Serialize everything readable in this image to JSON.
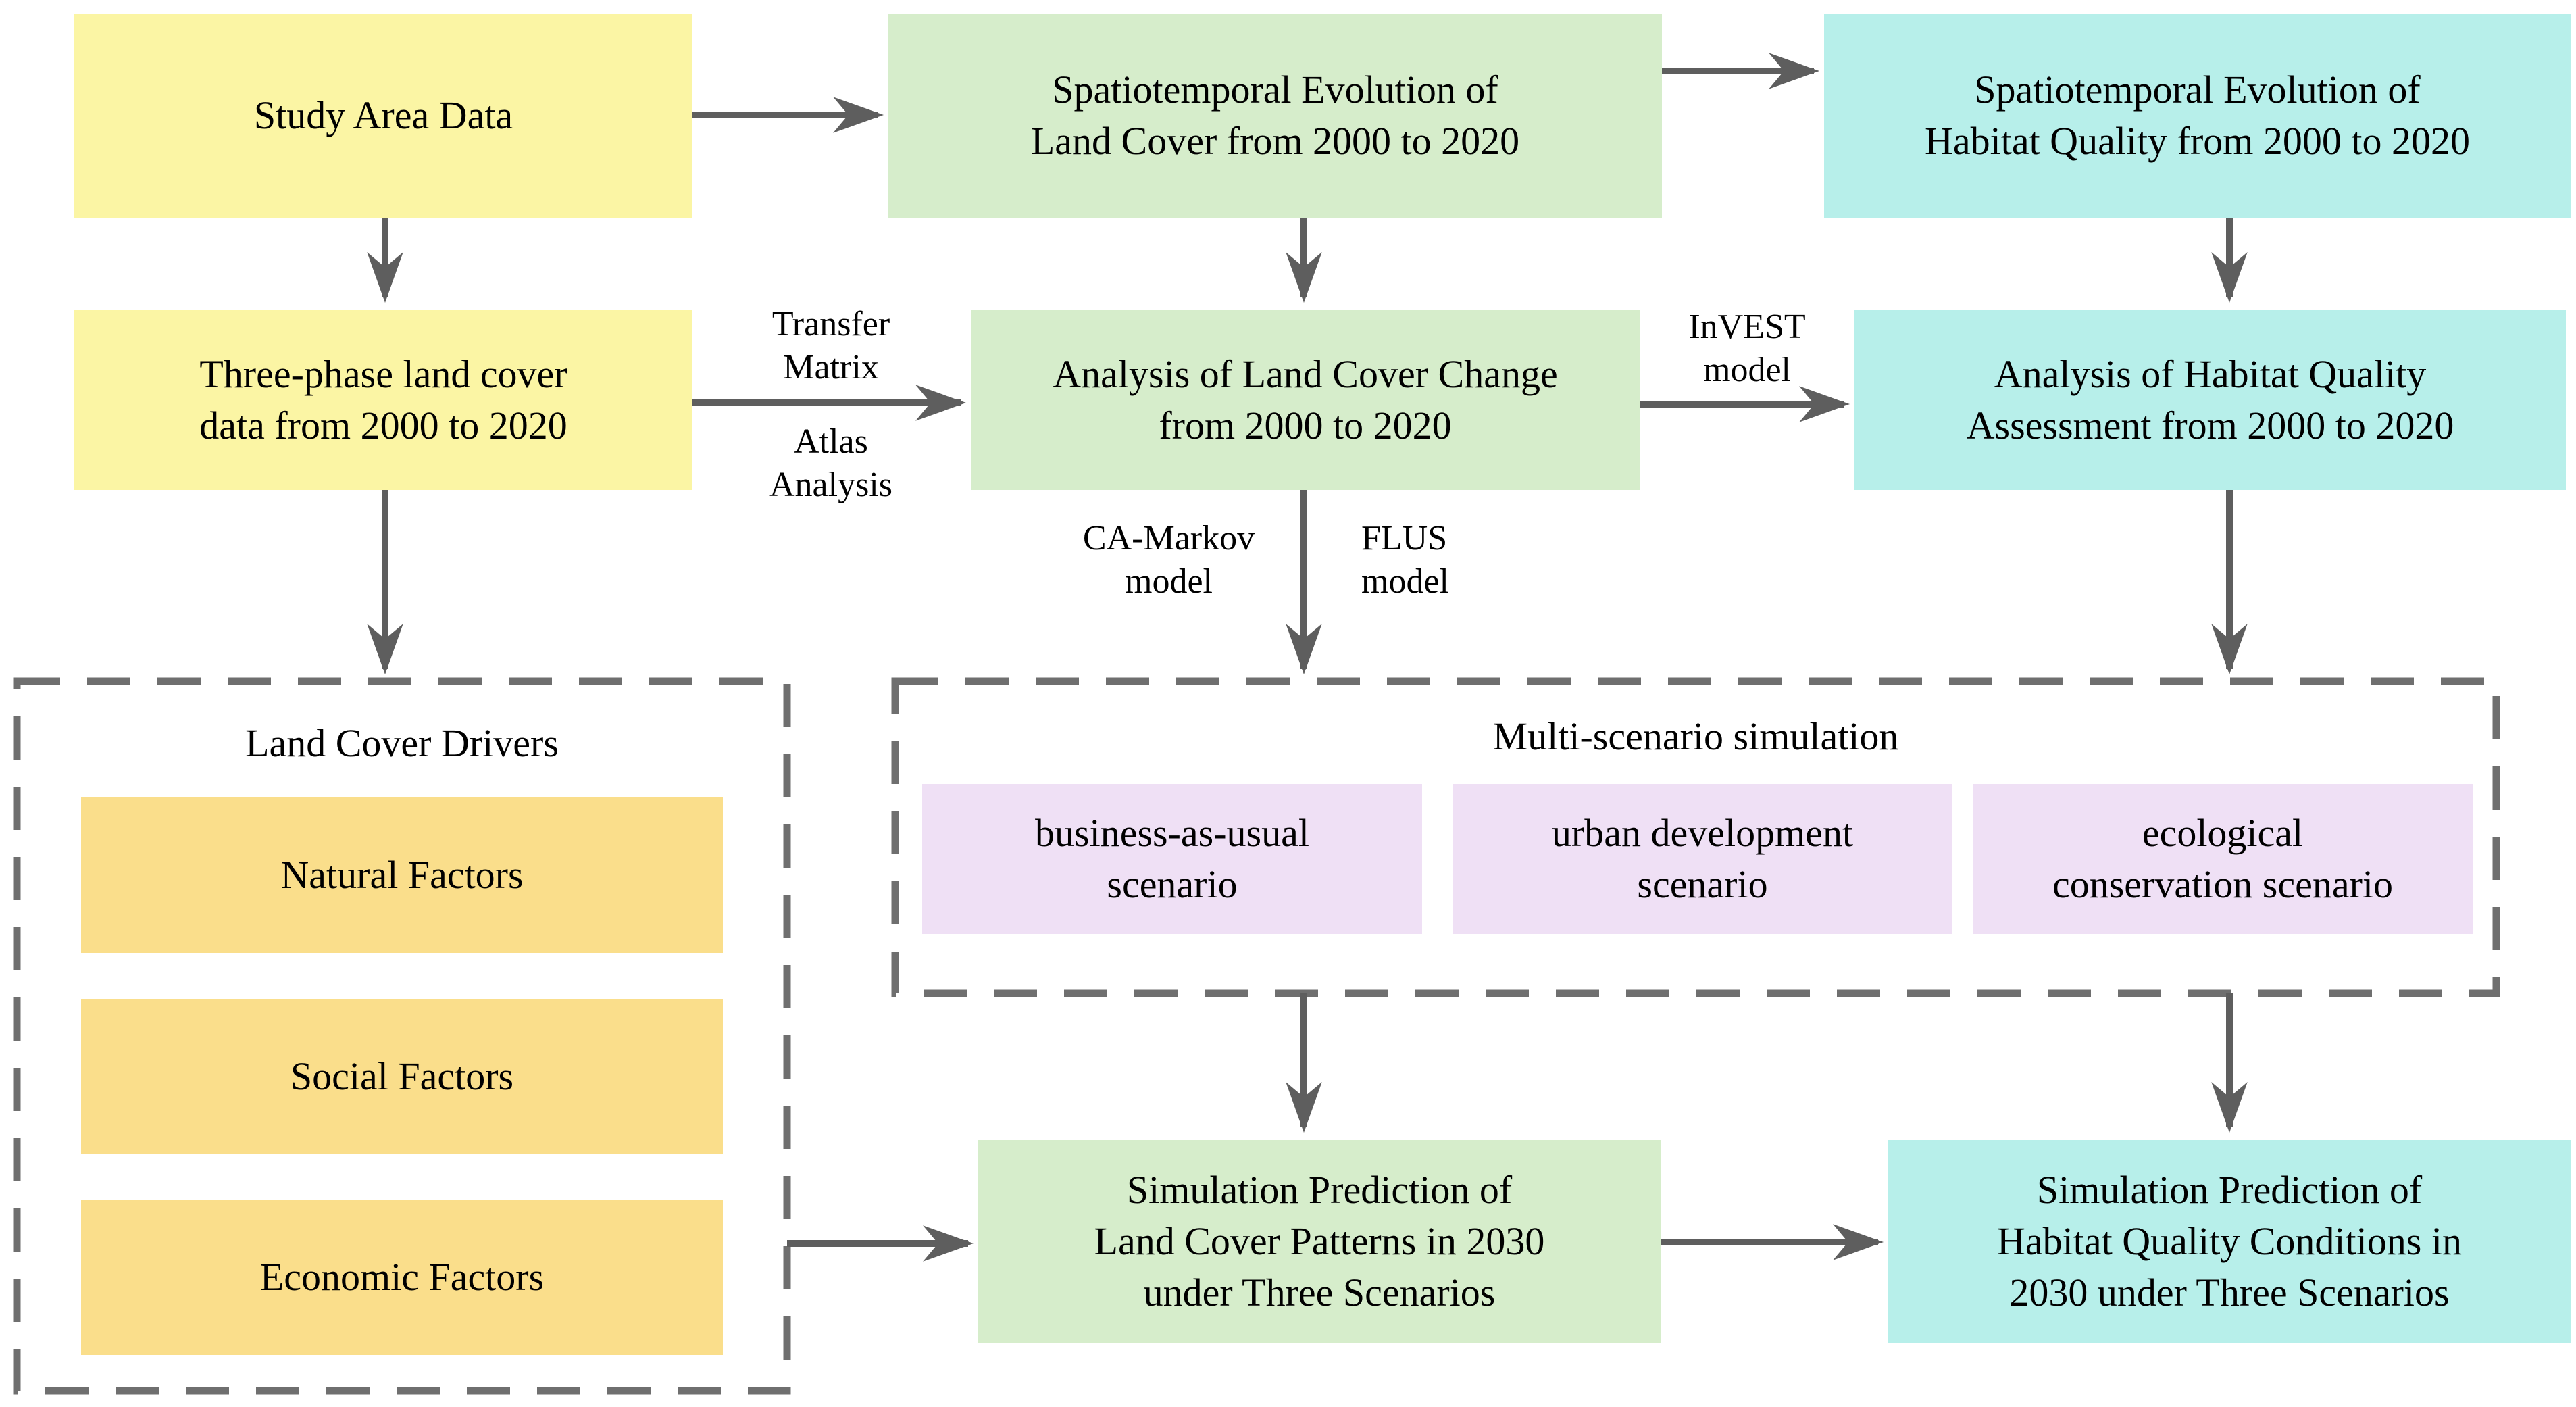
{
  "diagram": {
    "nodes": {
      "study_area": {
        "label": "Study Area Data"
      },
      "three_phase": {
        "label": "Three-phase land cover\ndata from 2000 to 2020"
      },
      "st_evolution_land": {
        "label": "Spatiotemporal Evolution of\nLand Cover from 2000 to 2020"
      },
      "analysis_land": {
        "label": "Analysis of Land Cover Change\nfrom 2000 to 2020"
      },
      "sim_land": {
        "label": "Simulation Prediction of\nLand Cover Patterns in 2030\nunder Three Scenarios"
      },
      "st_evolution_hq": {
        "label": "Spatiotemporal Evolution of\nHabitat Quality from 2000 to 2020"
      },
      "analysis_hq": {
        "label": "Analysis of Habitat Quality\nAssessment from 2000 to 2020"
      },
      "sim_hq": {
        "label": "Simulation Prediction of\nHabitat Quality Conditions in\n2030 under Three Scenarios"
      },
      "natural_factors": {
        "label": "Natural Factors"
      },
      "social_factors": {
        "label": "Social Factors"
      },
      "economic_factors": {
        "label": "Economic Factors"
      },
      "bau_scenario": {
        "label": "business-as-usual\nscenario"
      },
      "urban_scenario": {
        "label": "urban development\nscenario"
      },
      "eco_scenario": {
        "label": "ecological\nconservation scenario"
      }
    },
    "groups": {
      "land_cover_drivers": {
        "title": "Land Cover Drivers"
      },
      "multi_scenario_simulation": {
        "title": "Multi-scenario simulation"
      }
    },
    "edge_labels": {
      "transfer_matrix": "Transfer\nMatrix",
      "atlas_analysis": "Atlas\nAnalysis",
      "invest_model": "InVEST\nmodel",
      "ca_markov_model": "CA-Markov\nmodel",
      "flus_model": "FLUS\nmodel"
    },
    "colors": {
      "data_yellow": "#FBF5A4",
      "land_green": "#D6EDCB",
      "habitat_cyan": "#B7EFEA",
      "factor_orange": "#FADE8B",
      "scenario_purple": "#EFE0F5",
      "arrow_gray": "#5E5E5E",
      "dash_gray": "#6F6F6F",
      "text_black": "#000000"
    }
  }
}
